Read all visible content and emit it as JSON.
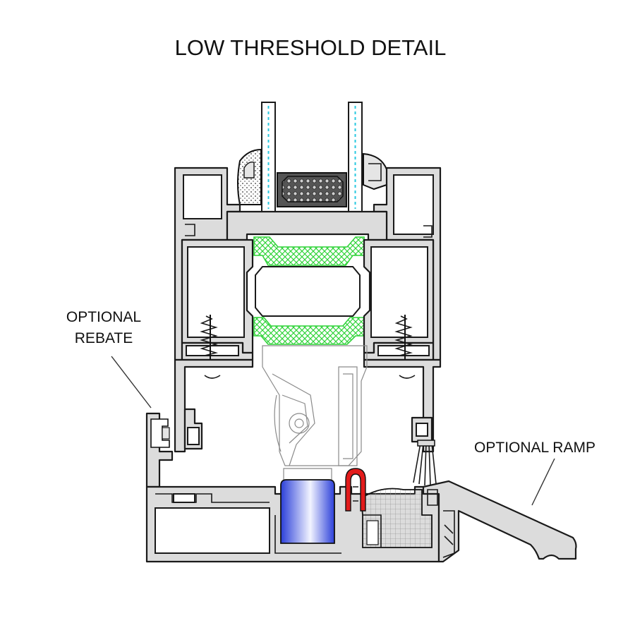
{
  "title": "LOW THRESHOLD DETAIL",
  "callouts": {
    "optional_rebate_line1": "OPTIONAL",
    "optional_rebate_line2": "REBATE",
    "optional_ramp": "OPTIONAL RAMP"
  },
  "colors": {
    "aluminium": "#dcdcdc",
    "outline": "#1a1a1a",
    "glass_hatch": "#28c8e0",
    "thermal_break": "#31d33a",
    "drainage_block": "#2b3fd9",
    "seal": "#e21b1b",
    "background": "#ffffff"
  }
}
